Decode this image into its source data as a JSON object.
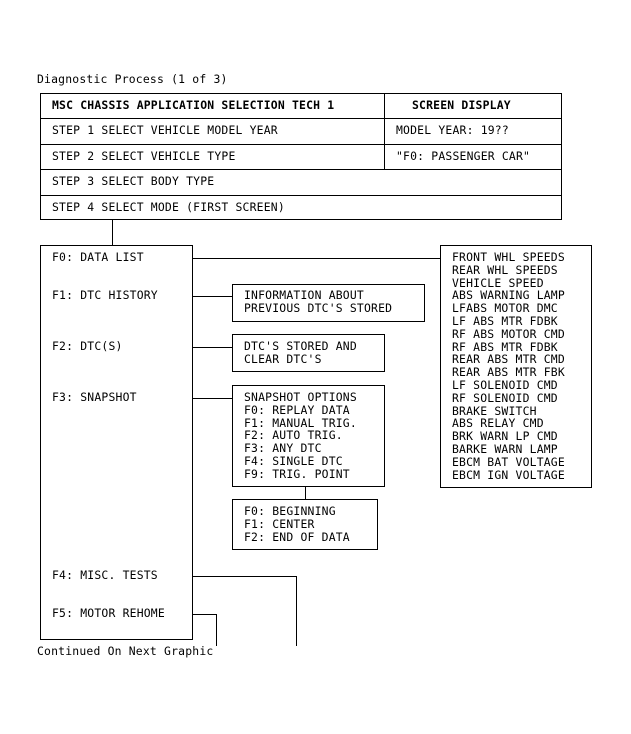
{
  "title": "Diagnostic Process (1 of 3)",
  "footer": "Continued On Next Graphic",
  "table": {
    "header_left": "MSC CHASSIS APPLICATION SELECTION TECH 1",
    "header_right": "SCREEN DISPLAY",
    "rows": [
      {
        "step": "STEP 1 SELECT VEHICLE MODEL YEAR",
        "display": "MODEL YEAR: 19??"
      },
      {
        "step": "STEP 2 SELECT VEHICLE TYPE",
        "display": "\"F0: PASSENGER CAR\""
      },
      {
        "step": "STEP 3 SELECT BODY TYPE",
        "display": ""
      },
      {
        "step": "STEP 4 SELECT MODE (FIRST SCREEN)",
        "display": ""
      }
    ]
  },
  "menu": {
    "f0": "F0: DATA LIST",
    "f1": "F1: DTC HISTORY",
    "f2": "F2: DTC(S)",
    "f3": "F3: SNAPSHOT",
    "f4": "F4: MISC. TESTS",
    "f5": "F5: MOTOR REHOME"
  },
  "data_list": [
    "FRONT WHL SPEEDS",
    "REAR WHL SPEEDS",
    "VEHICLE SPEED",
    "ABS WARNING LAMP",
    "LFABS MOTOR DMC",
    "LF ABS MTR FDBK",
    "RF ABS MOTOR CMD",
    "RF ABS MTR FDBK",
    "REAR ABS MTR CMD",
    "REAR ABS MTR FBK",
    "LF SOLENOID CMD",
    "RF SOLENOID CMD",
    "BRAKE SWITCH",
    "ABS RELAY CMD",
    "BRK WARN LP CMD",
    "BARKE WARN LAMP",
    "EBCM BAT VOLTAGE",
    "EBCM IGN VOLTAGE"
  ],
  "dtc_history_box": [
    "INFORMATION ABOUT",
    "PREVIOUS DTC'S STORED"
  ],
  "dtc_box": [
    "DTC'S STORED AND",
    "CLEAR DTC'S"
  ],
  "snapshot_options": [
    "SNAPSHOT OPTIONS",
    "F0: REPLAY DATA",
    "F1: MANUAL TRIG.",
    "F2: AUTO TRIG.",
    "F3: ANY DTC",
    "F4: SINGLE DTC",
    "F9: TRIG. POINT"
  ],
  "trigger_point_options": [
    "F0: BEGINNING",
    "F1: CENTER",
    "F2: END OF DATA"
  ]
}
